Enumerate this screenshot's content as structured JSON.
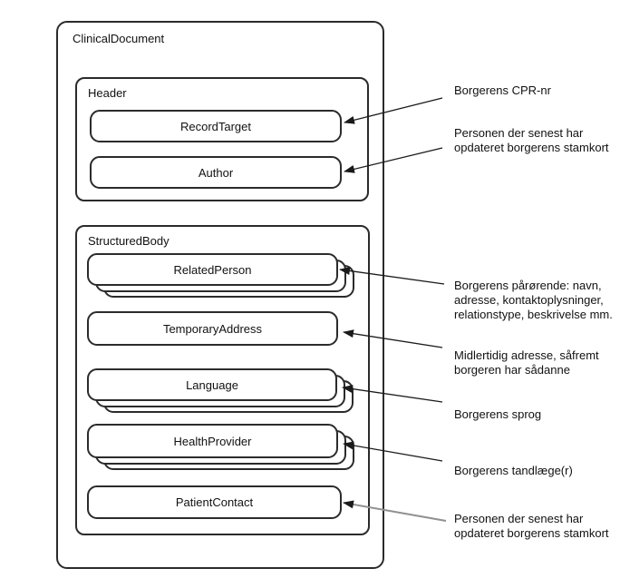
{
  "diagram": {
    "title": "ClinicalDocument",
    "header": {
      "label": "Header",
      "children": [
        {
          "label": "RecordTarget",
          "stacked": false
        },
        {
          "label": "Author",
          "stacked": false
        }
      ]
    },
    "structured_body": {
      "label": "StructuredBody",
      "children": [
        {
          "label": "RelatedPerson",
          "stacked": true
        },
        {
          "label": "TemporaryAddress",
          "stacked": false
        },
        {
          "label": "Language",
          "stacked": true
        },
        {
          "label": "HealthProvider",
          "stacked": true
        },
        {
          "label": "PatientContact",
          "stacked": false
        }
      ]
    },
    "annotations": [
      {
        "text": "Borgerens CPR-nr",
        "target": "RecordTarget"
      },
      {
        "text": "Personen der senest har\nopdateret borgerens stamkort",
        "target": "Author"
      },
      {
        "text": "Borgerens pårørende: navn,\nadresse, kontaktoplysninger,\nrelationstype, beskrivelse mm.",
        "target": "RelatedPerson"
      },
      {
        "text": "Midlertidig adresse, såfremt\nborgeren har sådanne",
        "target": "TemporaryAddress"
      },
      {
        "text": "Borgerens sprog",
        "target": "Language"
      },
      {
        "text": "Borgerens tandlæge(r)",
        "target": "HealthProvider"
      },
      {
        "text": "Personen der senest har\nopdateret borgerens stamkort",
        "target": "PatientContact"
      }
    ],
    "colors": {
      "border": "#2b2b2b",
      "arrow": "#1a1a1a",
      "arrow_muted": "#909090",
      "background": "#ffffff"
    }
  }
}
